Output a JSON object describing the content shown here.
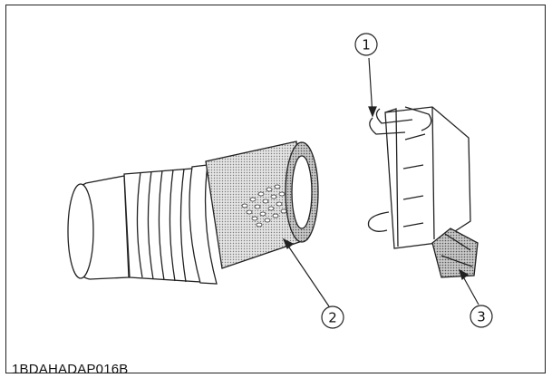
{
  "figure": {
    "code": "1BDAHADAP016B",
    "line_color": "#222222",
    "screen_fill_color": "#cfcfcf"
  },
  "callouts": [
    {
      "number": "1"
    },
    {
      "number": "2"
    },
    {
      "number": "3"
    }
  ]
}
